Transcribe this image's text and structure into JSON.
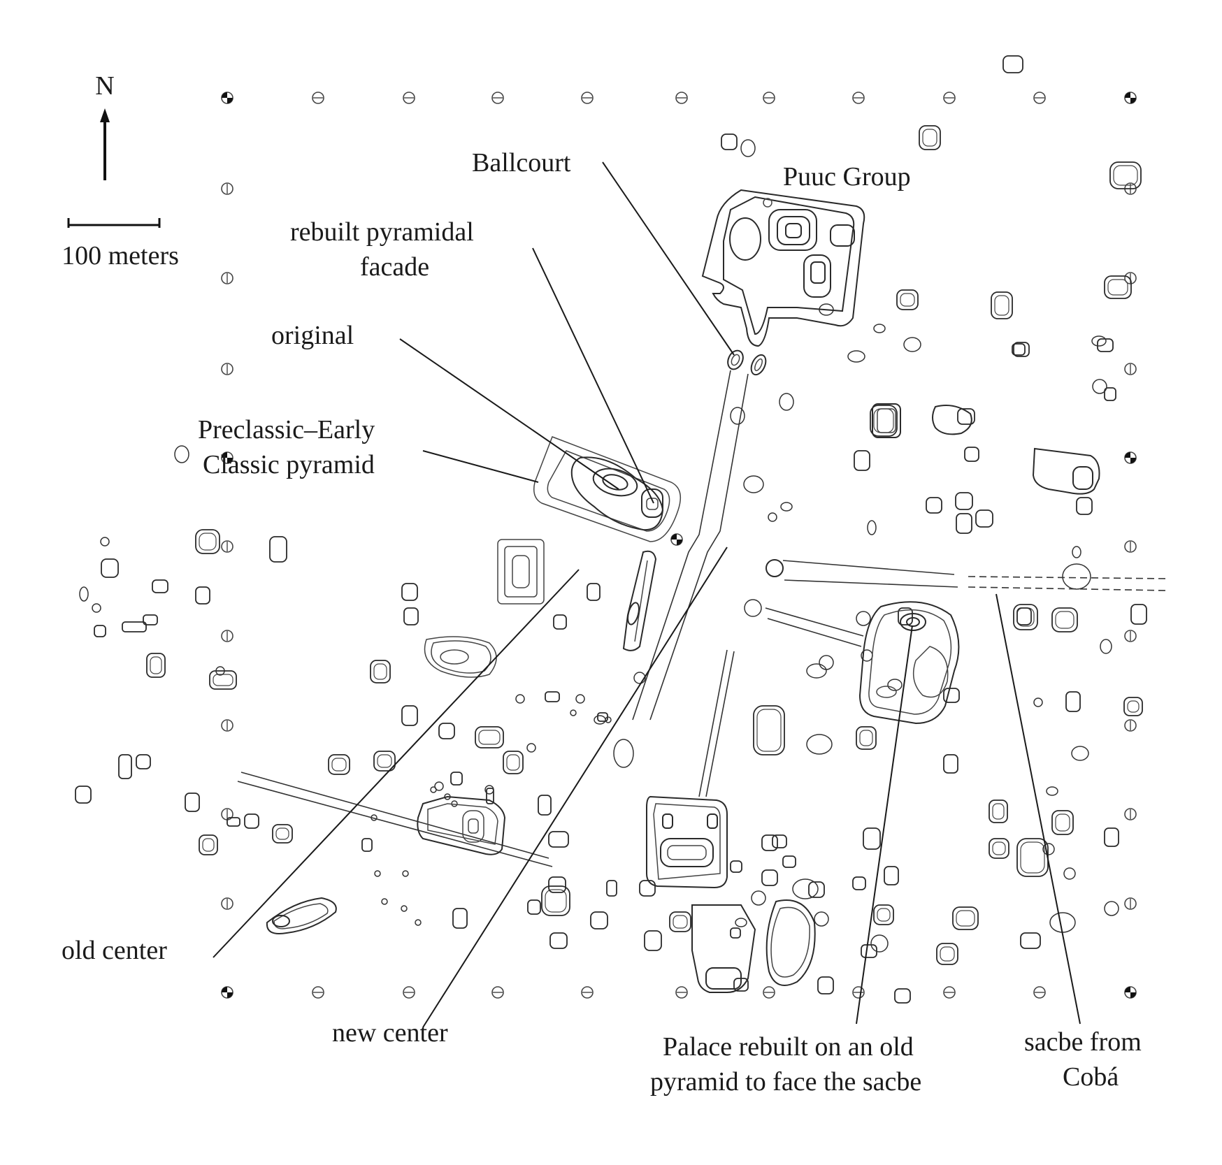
{
  "north": {
    "label": "N"
  },
  "scale": {
    "label": "100 meters"
  },
  "labels": {
    "ballcourt": "Ballcourt",
    "puuc": "Puuc Group",
    "rebuilt_line1": "rebuilt pyramidal",
    "rebuilt_line2": "facade",
    "original": "original",
    "preclassic_line1": "Preclassic–Early",
    "preclassic_line2": "Classic pyramid",
    "old_center": "old center",
    "new_center": "new center",
    "palace_line1": "Palace rebuilt on an old",
    "palace_line2": "pyramid to face the sacbe",
    "sacbe_line1": "sacbe from",
    "sacbe_line2": "Cobá"
  }
}
